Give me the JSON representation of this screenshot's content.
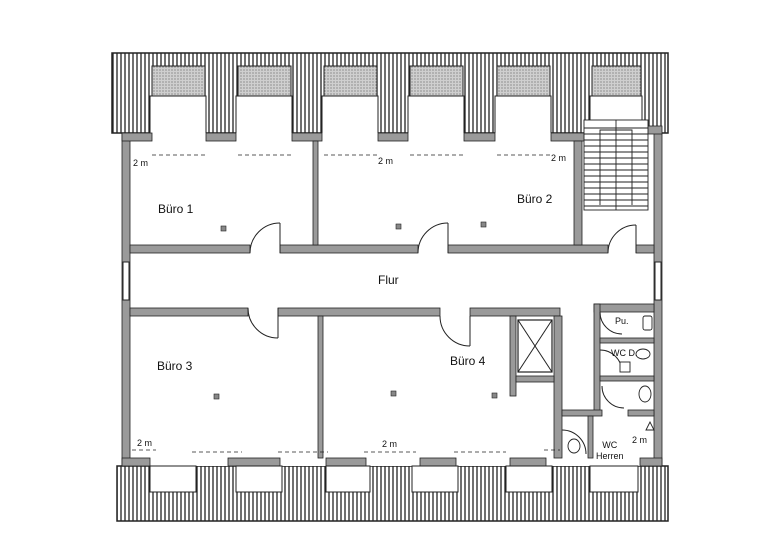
{
  "rooms": {
    "buero1": "Büro 1",
    "buero2": "Büro 2",
    "buero3": "Büro 3",
    "buero4": "Büro 4",
    "flur": "Flur",
    "putz": "Pu.",
    "wc_damen": "WC D.",
    "wc_herren_line1": "WC",
    "wc_herren_line2": "Herren"
  },
  "dimensions": {
    "top_left": "2 m",
    "top_center": "2 m",
    "top_right": "2 m",
    "bottom_left": "2 m",
    "bottom_center": "2 m",
    "bottom_right": "2 m"
  },
  "colors": {
    "wall": "#9a9a9a",
    "line": "#222222",
    "paper": "#ffffff"
  }
}
